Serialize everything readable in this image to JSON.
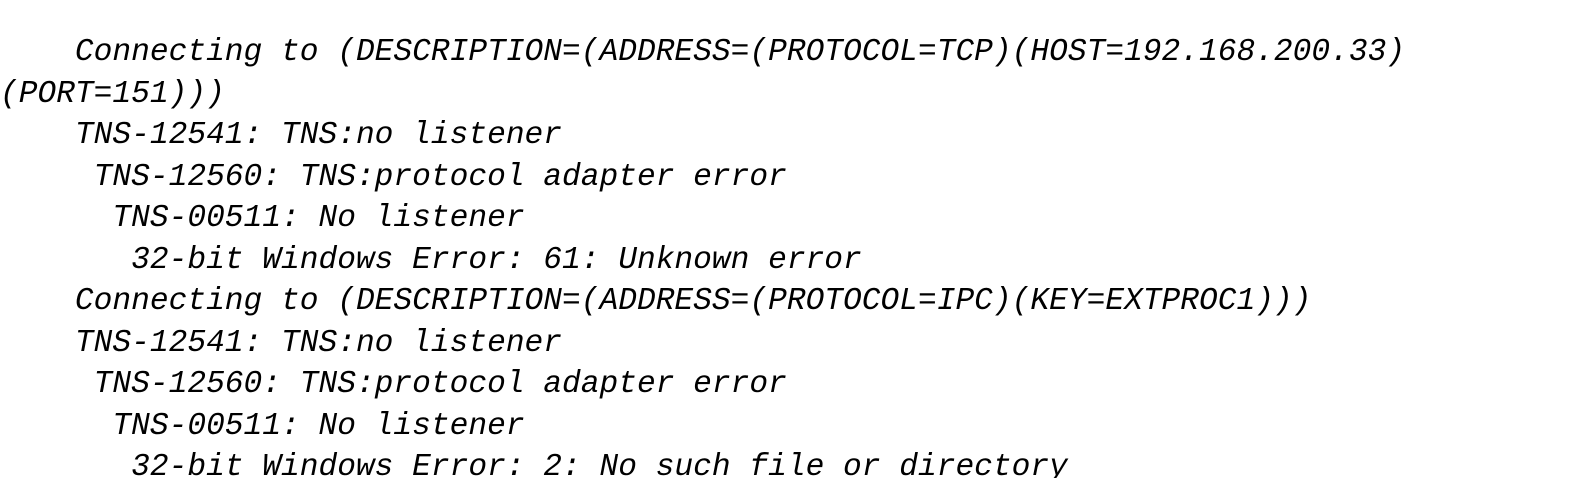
{
  "screen": {
    "kind": "terminal-text-output",
    "background_color": "#ffffff",
    "text_color": "#000000",
    "font_style": "italic monospace",
    "total_lines": 11
  },
  "output": {
    "lines": [
      "    Connecting to (DESCRIPTION=(ADDRESS=(PROTOCOL=TCP)(HOST=192.168.200.33)",
      "(PORT=151)))",
      "    TNS-12541: TNS:no listener",
      "     TNS-12560: TNS:protocol adapter error",
      "      TNS-00511: No listener",
      "       32-bit Windows Error: 61: Unknown error",
      "    Connecting to (DESCRIPTION=(ADDRESS=(PROTOCOL=IPC)(KEY=EXTPROC1)))",
      "    TNS-12541: TNS:no listener",
      "     TNS-12560: TNS:protocol adapter error",
      "      TNS-00511: No listener",
      "       32-bit Windows Error: 2: No such file or directory"
    ]
  },
  "details": {
    "tcp_host": "192.168.200.33",
    "tcp_port": "151",
    "tcp_protocol": "TCP",
    "ipc_protocol": "IPC",
    "ipc_key": "EXTPROC1",
    "error_codes": [
      "TNS-12541",
      "TNS-12560",
      "TNS-00511"
    ],
    "windows_error_tcp": "61: Unknown error",
    "windows_error_ipc": "2: No such file or directory"
  }
}
